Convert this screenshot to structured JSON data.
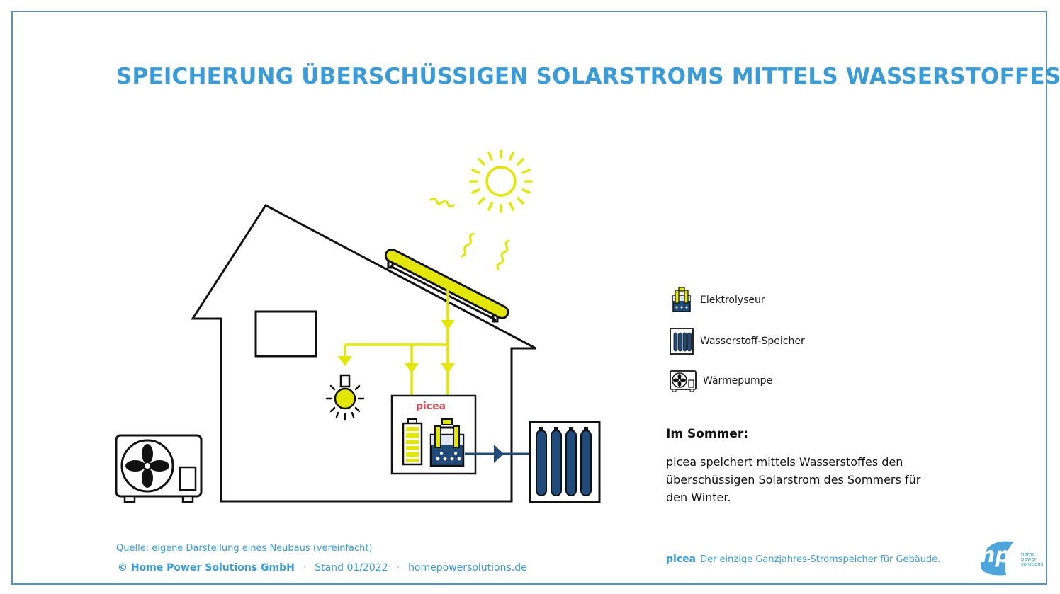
{
  "title": "SPEICHERUNG ÜBERSCHÜSSIGEN SOLARSTROMS MITTELS WASSERSTOFFES",
  "colors": {
    "accent_blue": "#3a9bd9",
    "frame_blue": "#5b8fbe",
    "energy_yellow": "#e2e600",
    "storage_navy": "#1f4a7a",
    "picea_red": "#e0505a"
  },
  "diagram": {
    "picea_label": "picea"
  },
  "legend": [
    {
      "icon": "elektrolyseur-icon",
      "label": "Elektrolyseur"
    },
    {
      "icon": "wasserstoff-speicher-icon",
      "label": "Wasserstoff-Speicher"
    },
    {
      "icon": "waermepumpe-icon",
      "label": "Wärmepumpe"
    }
  ],
  "summer": {
    "heading": "Im Sommer:",
    "text": "picea speichert mittels Wasserstoffes den überschüssigen Solarstrom des Sommers für den Winter."
  },
  "footer": {
    "source": "Quelle: eigene Darstellung eines Neubaus (vereinfacht)",
    "copyright": "© Home Power Solutions GmbH",
    "stand": "Stand 01/2022",
    "website": "homepowersolutions.de",
    "tagline_brand": "picea",
    "tagline": "Der einzige Ganzjahres-Stromspeicher für Gebäude."
  },
  "logo": {
    "text": "hps",
    "subtext": "home power solutions"
  }
}
